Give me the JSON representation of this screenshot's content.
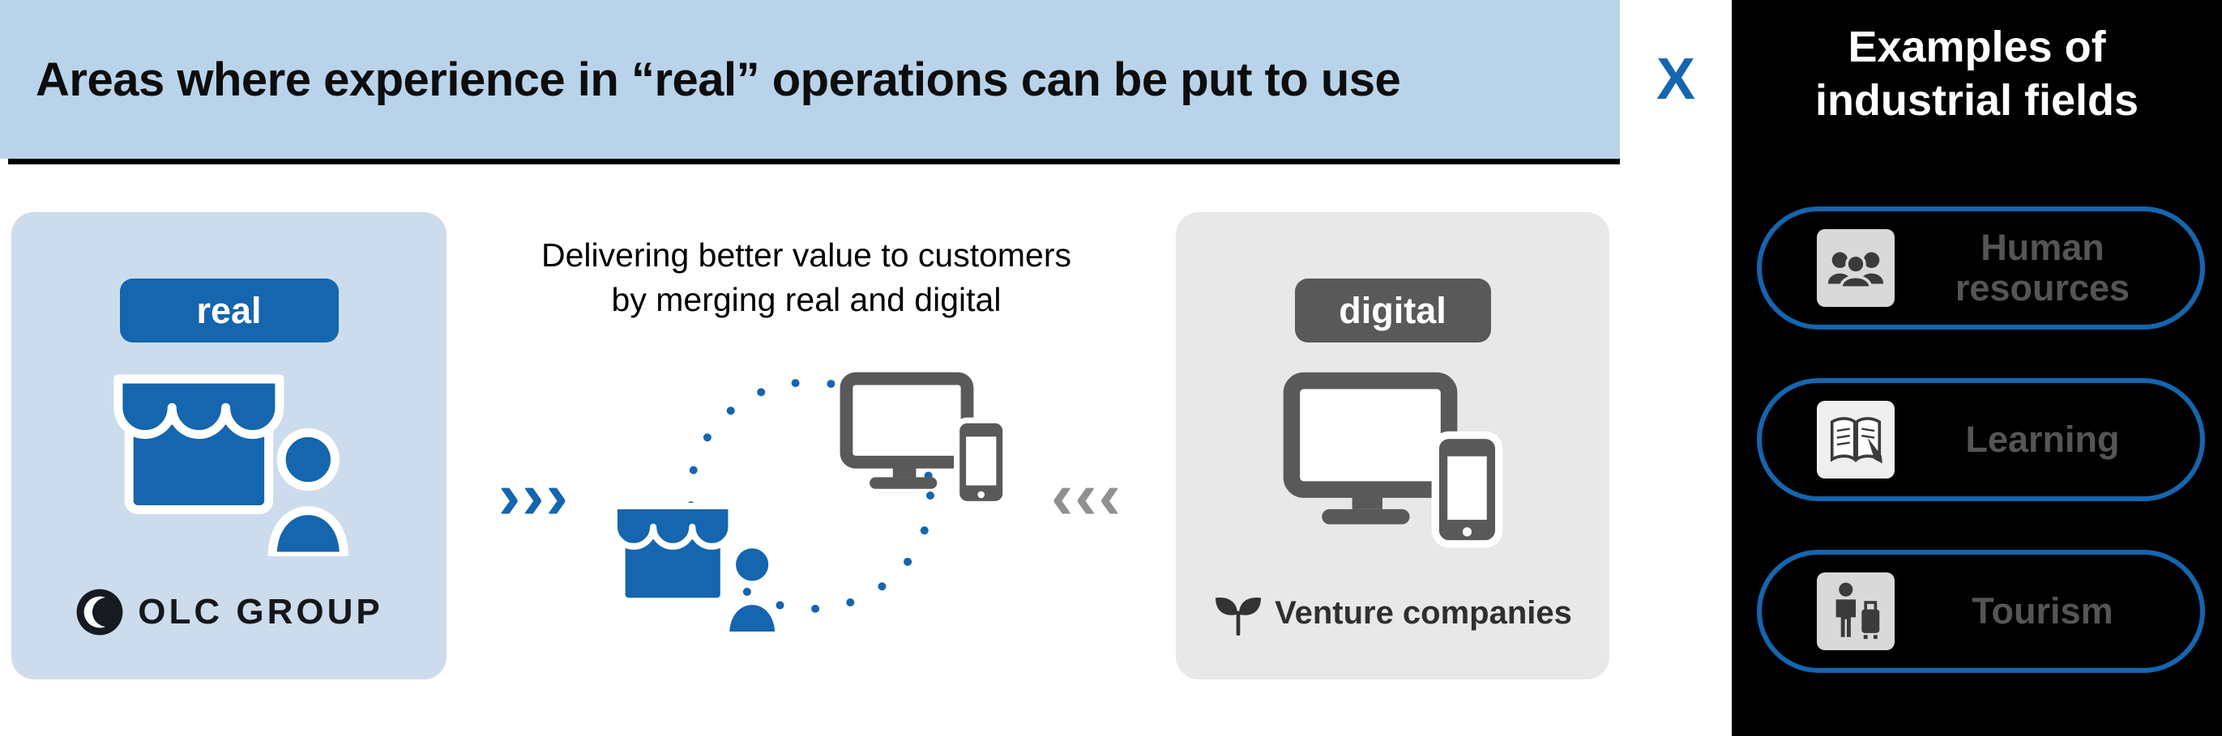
{
  "header": {
    "left_title": "Areas where experience in “real” operations can be put to use",
    "multiply_symbol": "X",
    "right_title_line1": "Examples of",
    "right_title_line2": "industrial fields"
  },
  "real_side": {
    "badge_label": "real",
    "logo_text": "OLC GROUP"
  },
  "center": {
    "caption_line1": "Delivering better value to customers",
    "caption_line2": "by merging real and digital",
    "left_arrows": "›››",
    "right_arrows": "‹‹‹"
  },
  "digital_side": {
    "badge_label": "digital",
    "company_label": "Venture companies"
  },
  "industrial_fields": {
    "items": [
      {
        "label": "Human resources",
        "icon": "people-icon"
      },
      {
        "label": "Learning",
        "icon": "open-book-icon"
      },
      {
        "label": "Tourism",
        "icon": "traveler-icon"
      }
    ]
  },
  "icons": {
    "real_card": "storefront-with-person-icon",
    "center_left": "storefront-with-person-icon",
    "center_right": "monitor-and-smartphone-icon",
    "center_link": "dotted-ellipse",
    "digital_card": "monitor-and-smartphone-icon",
    "venture": "seedling-icon",
    "olc": "crescent-circle-logo"
  },
  "colors": {
    "accent_blue": "#1565af",
    "header_band_bg": "#b9d4ea",
    "real_card_bg": "#ccdcec",
    "digital_card_bg": "#e8e8e8",
    "digital_dark_gray": "#595959",
    "right_panel_bg": "#000000",
    "pill_border_blue": "#1565af",
    "pill_label_gray": "#555555",
    "right_arrow_gray": "#909090"
  }
}
